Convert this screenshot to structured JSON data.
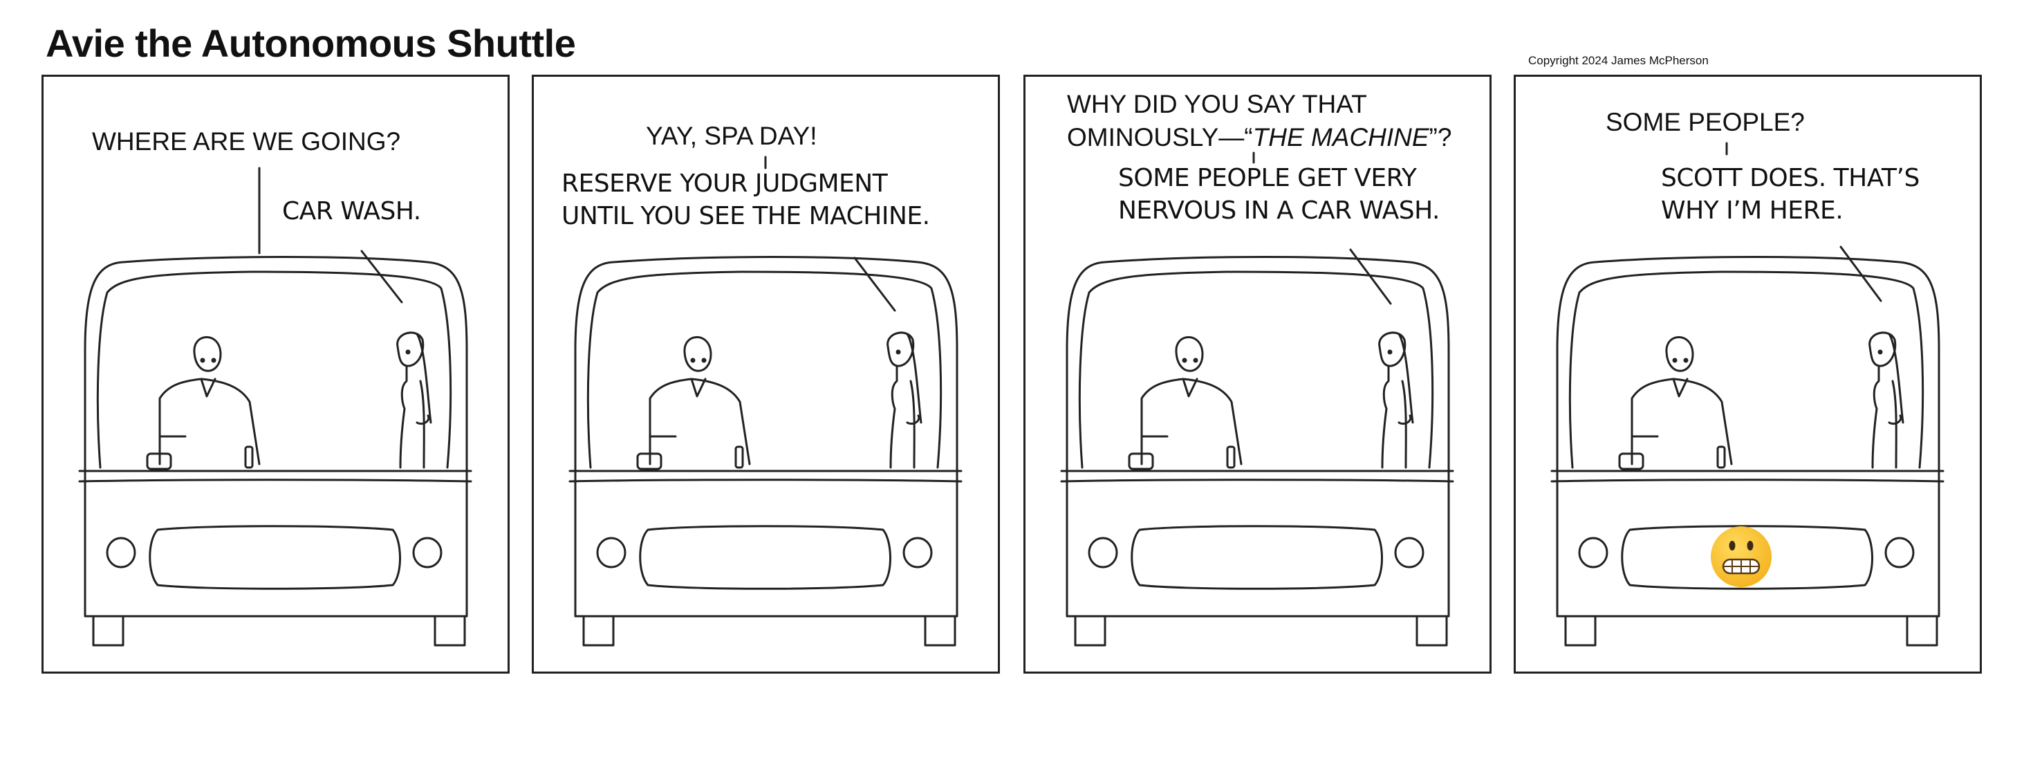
{
  "title": "Avie the Autonomous Shuttle",
  "copyright": "Copyright 2024 James McPherson",
  "panels": [
    {
      "passenger": [
        "WHERE ARE WE GOING?"
      ],
      "avie": [
        "CAR WASH."
      ]
    },
    {
      "passenger": [
        "YAY, SPA DAY!"
      ],
      "avie": [
        "RESERVE YOUR JUDGMENT",
        "UNTIL YOU SEE THE MACHINE."
      ]
    },
    {
      "passenger_line1": "WHY DID YOU SAY THAT",
      "passenger_line2_prefix": "OMINOUSLY—“",
      "passenger_line2_italic": "THE MACHINE",
      "passenger_line2_suffix": "”?",
      "avie": [
        "SOME PEOPLE GET VERY",
        "NERVOUS IN A CAR WASH."
      ]
    },
    {
      "passenger": [
        "SOME PEOPLE?"
      ],
      "avie": [
        "SCOTT DOES. THAT’S",
        "WHY I’M HERE."
      ],
      "shuttle_face_icon": "grimacing-face-icon"
    }
  ],
  "colors": {
    "ink": "#222222",
    "emoji_yellow": "#F5B523",
    "emoji_teeth": "#FFFFFF"
  }
}
